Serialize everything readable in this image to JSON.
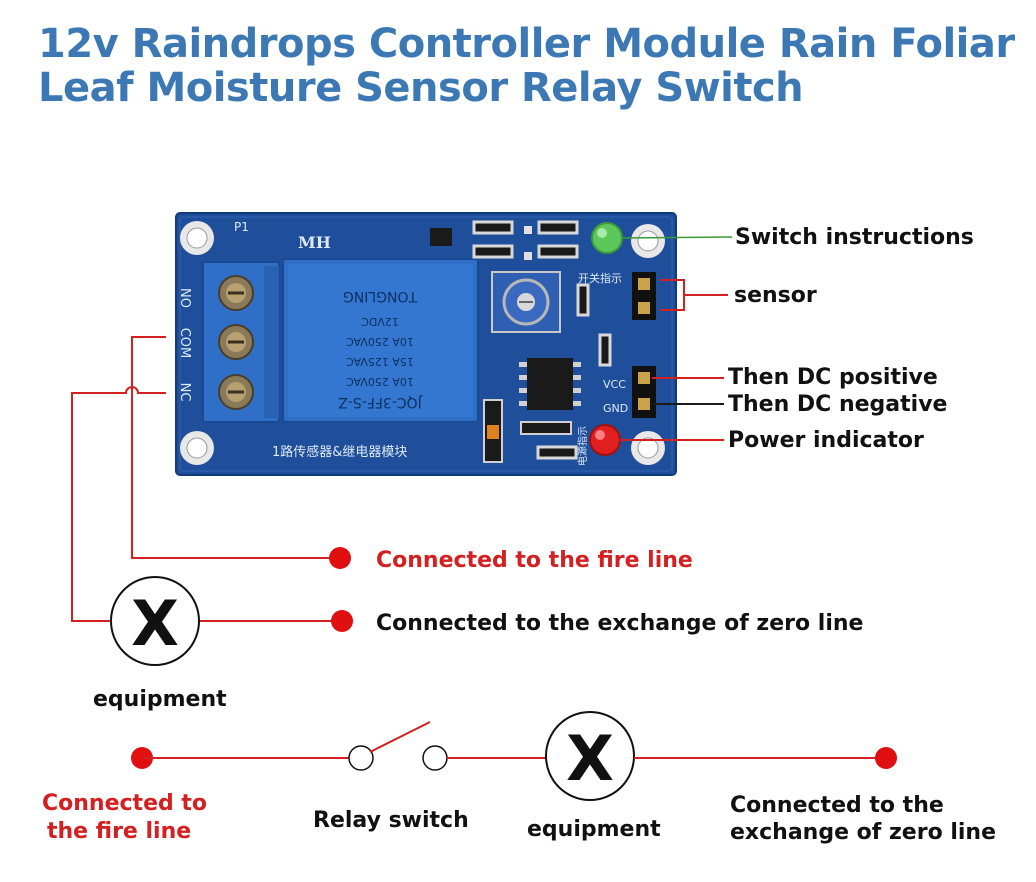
{
  "title": {
    "line1": "12v Raindrops Controller Module Rain Foliar",
    "line2": "Leaf Moisture Sensor Relay Switch"
  },
  "board": {
    "p1": "P1",
    "mh": "MH",
    "terminal_no": "NO",
    "terminal_com": "COM",
    "terminal_nc": "NC",
    "relay_lines": [
      "JQC-3FF-S-Z",
      "10A 250VAC",
      "15A 125VAC",
      "10A 250VAC",
      "12VDC",
      "TONGLING"
    ],
    "switch_cn": "开关指示",
    "power_cn": "电源指示",
    "vcc": "VCC",
    "gnd": "GND",
    "bottom_cn": "1路传感器&继电器模块"
  },
  "callouts": {
    "switch_instructions": "Switch instructions",
    "sensor": "sensor",
    "dc_positive": "Then DC positive",
    "dc_negative": "Then DC negative",
    "power_indicator": "Power indicator"
  },
  "wiring": {
    "fire_line": "Connected to the fire line",
    "zero_line": "Connected to the exchange of zero line",
    "equipment": "equipment",
    "equipment_symbol": "X"
  },
  "bottom_circuit": {
    "fire_line_1": "Connected to",
    "fire_line_2": "the fire line",
    "relay_switch": "Relay switch",
    "equipment": "equipment",
    "equipment_symbol": "X",
    "zero_line_1": "Connected to the",
    "zero_line_2": "exchange of zero line"
  },
  "colors": {
    "title": "#3c78b4",
    "board": "#1f4f9a",
    "relay": "#2f6fc8",
    "wire_red": "#d42020",
    "green_led": "#5cc85c",
    "red_led": "#e02020"
  }
}
